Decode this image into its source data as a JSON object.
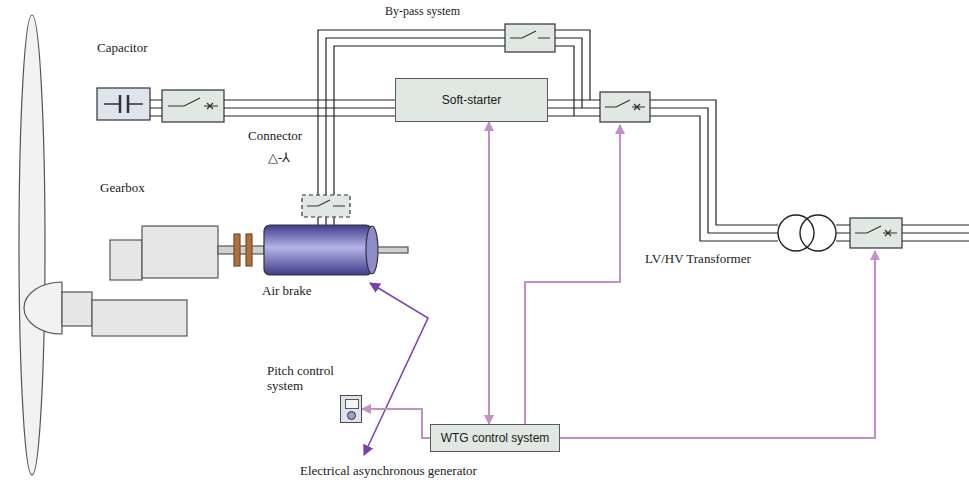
{
  "diagram": {
    "nodes": [
      {
        "text": [
          "Soft-starter"
        ]
      },
      {
        "text": [
          "WTG control system"
        ]
      },
      {
        "text": [
          "Pitch control system"
        ]
      }
    ],
    "edges": [
      {
        "from": 1,
        "to": 0,
        "arrow": "both"
      },
      {
        "from": 1,
        "to": 2,
        "arrow": "to"
      }
    ],
    "labels": [
      "By-pass system",
      "Capacitor",
      "Connector",
      "△-⅄",
      "Gearbox",
      "Air brake",
      "LV/HV Transformer",
      "Electrical asynchronous generator"
    ]
  }
}
